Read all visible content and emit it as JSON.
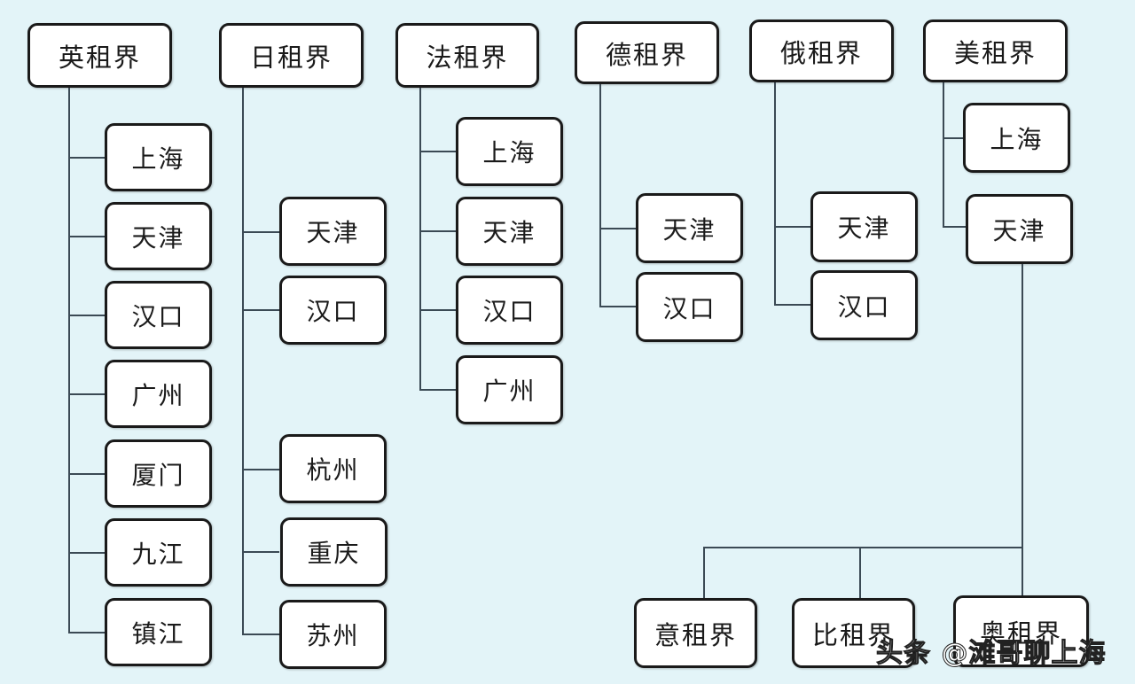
{
  "diagram": {
    "title": "租界分布",
    "concessions": [
      {
        "name": "英租界",
        "cities": [
          "上海",
          "天津",
          "汉口",
          "广州",
          "厦门",
          "九江",
          "镇江"
        ]
      },
      {
        "name": "日租界",
        "cities": [
          "天津",
          "汉口",
          "杭州",
          "重庆",
          "苏州"
        ]
      },
      {
        "name": "法租界",
        "cities": [
          "上海",
          "天津",
          "汉口",
          "广州"
        ]
      },
      {
        "name": "德租界",
        "cities": [
          "天津",
          "汉口"
        ]
      },
      {
        "name": "俄租界",
        "cities": [
          "天津",
          "汉口"
        ]
      },
      {
        "name": "美租界",
        "cities": [
          "上海",
          "天津"
        ]
      }
    ],
    "tianjin_only": {
      "parent_city": "天津",
      "concessions": [
        "意租界",
        "比租界",
        "奥租界"
      ]
    }
  },
  "watermark": "头条 @滩哥聊上海",
  "colors": {
    "background": "#e3f4f8",
    "box_fill": "#ffffff",
    "box_border": "#1a1a1a",
    "connector": "#3b4a55"
  }
}
